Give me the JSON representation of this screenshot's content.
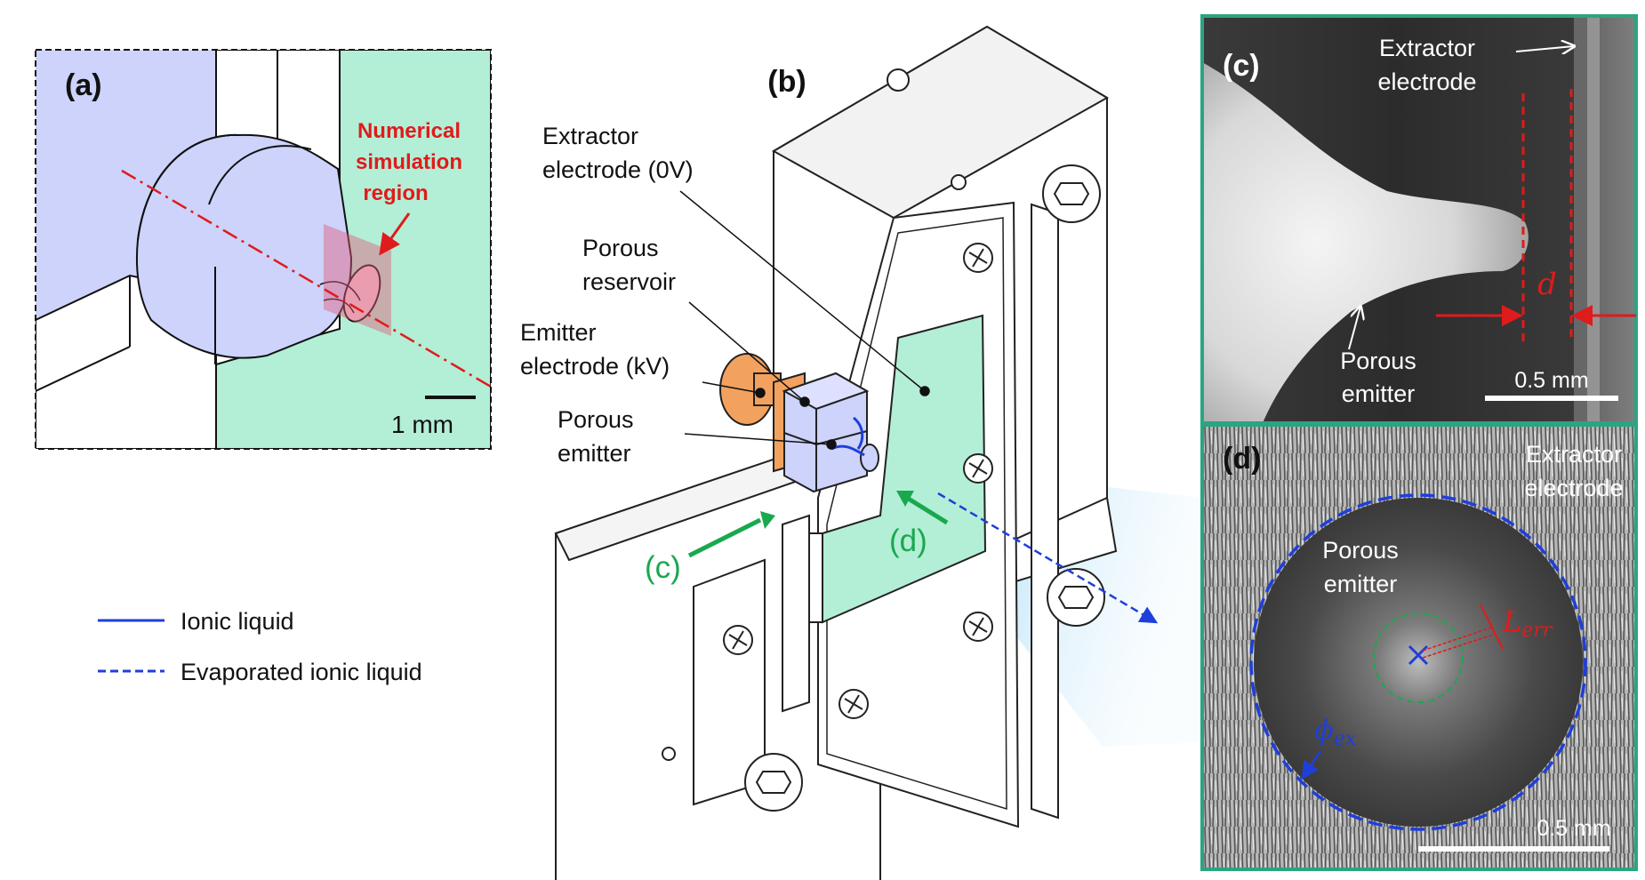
{
  "panel_a": {
    "label": "(a)",
    "annotation_line1": "Numerical",
    "annotation_line2": "simulation",
    "annotation_line3": "region",
    "scale_bar": "1 mm"
  },
  "panel_b": {
    "label": "(b)",
    "extractor_line1": "Extractor",
    "extractor_line2": "electrode (0V)",
    "reservoir_line1": "Porous",
    "reservoir_line2": "reservoir",
    "emitter_electrode_line1": "Emitter",
    "emitter_electrode_line2": "electrode (kV)",
    "emitter_line1": "Porous",
    "emitter_line2": "emitter",
    "view_c": "(c)",
    "view_d": "(d)"
  },
  "panel_c": {
    "label": "(c)",
    "extractor_line1": "Extractor",
    "extractor_line2": "electrode",
    "emitter_line1": "Porous",
    "emitter_line2": "emitter",
    "gap_symbol": "d",
    "scale_bar": "0.5 mm"
  },
  "panel_d": {
    "label": "(d)",
    "extractor_line1": "Extractor",
    "extractor_line2": "electrode",
    "emitter_line1": "Porous",
    "emitter_line2": "emitter",
    "l_err_base": "L",
    "l_err_sub": "err",
    "phi_base": "ϕ",
    "phi_sub": "ex",
    "scale_bar": "0.5 mm"
  },
  "legend": {
    "items": [
      {
        "label": "Ionic liquid",
        "style": "solid",
        "color": "#1f3fd9"
      },
      {
        "label": "Evaporated ionic liquid",
        "style": "dashed",
        "color": "#1f3fd9"
      }
    ]
  },
  "colors": {
    "reservoir_fill": "#cdd3fb",
    "extractor_fill": "#b3eed6",
    "electrode_orange": "#f2a25e",
    "highlight_red": "#e01b1b",
    "view_green": "#1aa84f",
    "ionic_blue": "#1f3fd9",
    "frame_teal": "#2aa581"
  }
}
